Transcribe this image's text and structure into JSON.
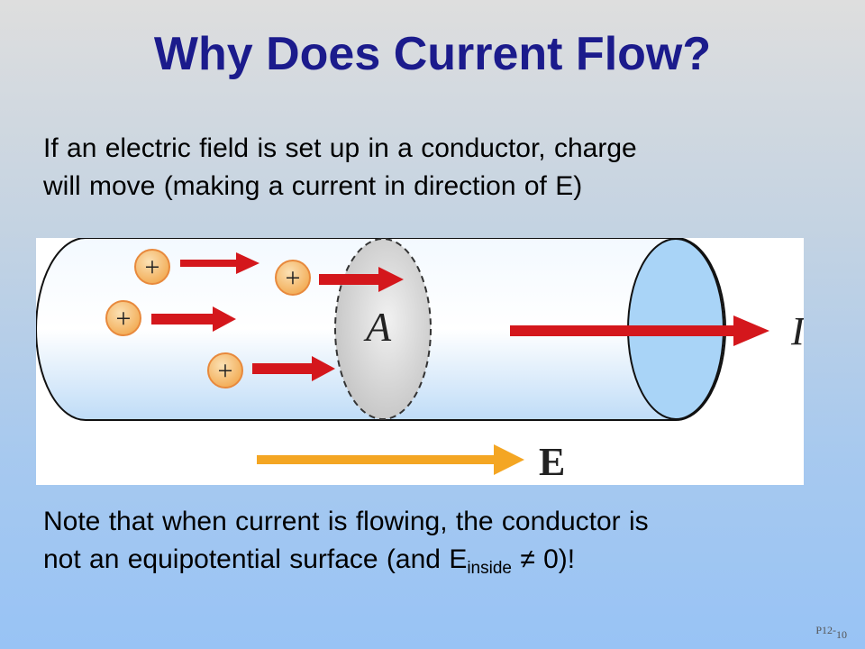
{
  "title": "Why Does Current Flow?",
  "intro": {
    "line1": "If an electric field is set up in a conductor, charge",
    "line2": "will move (making a current in direction of E)"
  },
  "diagram": {
    "area_label": "A",
    "current_label": "I",
    "field_label": "E",
    "charge_symbol": "+",
    "colors": {
      "conductor": "#cfe6fb",
      "end_cap": "#a9d4f7",
      "cross_section": "#d7d7d7",
      "charge_fill": "#f7bf6e",
      "charge_edge": "#e8893c",
      "current_arrow": "#d4171c",
      "field_arrow": "#f4a623"
    }
  },
  "note": {
    "line1": "Note that when current is flowing, the conductor is",
    "line2_pre": "not an equipotential surface (and E",
    "line2_sub": "inside",
    "line2_post": " ≠ 0)!"
  },
  "footer": {
    "prefix": "P12-",
    "page": "10"
  }
}
